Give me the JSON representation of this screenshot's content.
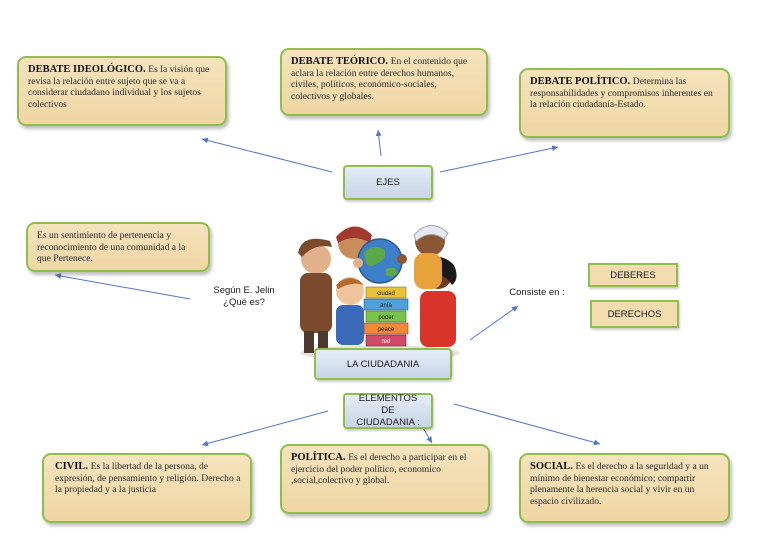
{
  "center": {
    "title": "LA CIUDADANIA",
    "ejes": "EJES",
    "elementos": "ELEMENTOS DE CIUDADANIA :",
    "segun": "Según E. Jelin",
    "que_es": "¿Qué es?",
    "consiste": "Consiste en :"
  },
  "ejes_boxes": {
    "ideologico": {
      "title": "DEBATE IDEOLÓGICO.",
      "text": "Es la visión que revisa la relación entre sujeto que se va a considerar ciudadano individual y los sujetos colectivos"
    },
    "teorico": {
      "title": "DEBATE TEÓRICO.",
      "text": "En el contenido que aclara la relación entre derechos humanos, civiles, políticos, económico-sociales, colectivos y globales."
    },
    "politico": {
      "title": "DEBATE POLÍTICO.",
      "text": "Determina las responsabilidades y compromisos inherentes en la relación ciudadanía-Estado."
    }
  },
  "definicion": {
    "text": "Es un sentimiento de pertenencia y reconocimiento de una comunidad a la que Pertenece."
  },
  "consiste_items": [
    "DEBERES",
    "DERECHOS"
  ],
  "elementos_boxes": {
    "civil": {
      "title": "CIVIL.",
      "text": "Es la libertad de la persona, de expresión, de pensamiento y religión. Derecho a la propiedad y a la justicia"
    },
    "politica": {
      "title": "POLÍTICA.",
      "text": "Es el derecho a participar en el ejercicio del poder político, economico ,social,colectivo y global."
    },
    "social": {
      "title": "SOCIAL.",
      "text": "Es el derecho a la seguridad y a un mínimo de bienestar económico; compartir plenamente la herencia social y vivir en un espacio civilizado."
    }
  },
  "illustration": {
    "book_words": [
      "ciudad",
      "anía",
      "poder",
      "peace",
      "red"
    ]
  },
  "colors": {
    "note_fill": "#f3ddb0",
    "border": "#8fbf4a",
    "label_fill": "#d3deed",
    "arrow": "#5577c4"
  }
}
